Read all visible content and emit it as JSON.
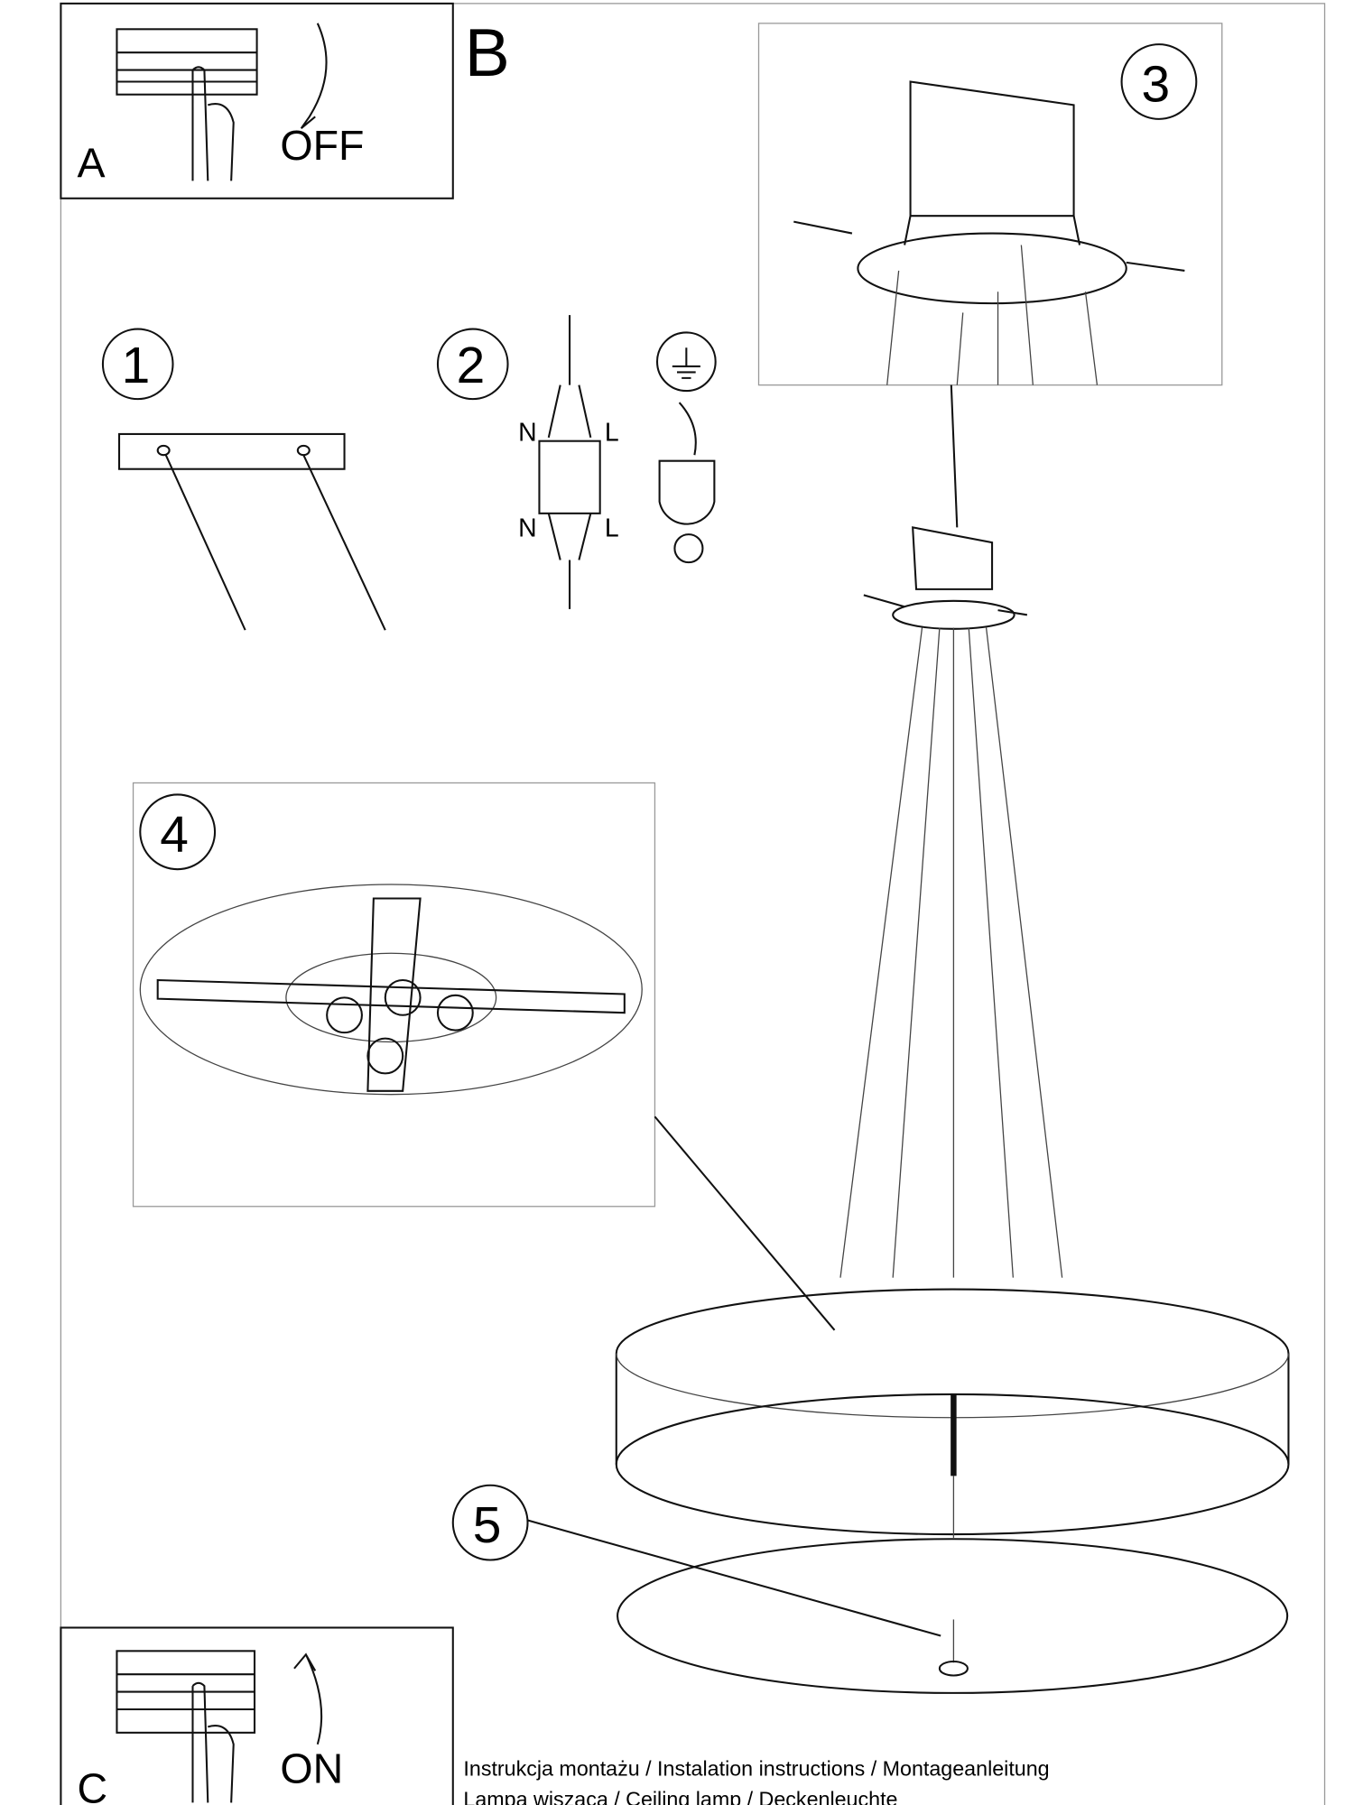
{
  "steps": {
    "a": {
      "letter": "A",
      "action": "OFF"
    },
    "b": {
      "letter": "B"
    },
    "c": {
      "letter": "C",
      "action": "ON"
    },
    "n1": "1",
    "n2": "2",
    "n3": "3",
    "n4": "4",
    "n5": "5"
  },
  "wiring": {
    "neutral_top": "N",
    "live_top": "L",
    "neutral_bottom": "N",
    "live_bottom": "L"
  },
  "footer": {
    "line1": "Instrukcja montażu / Instalation instructions / Montageanleitung",
    "line2": "Lampa wisząca / Ceiling lamp / Deckenleuchte"
  }
}
